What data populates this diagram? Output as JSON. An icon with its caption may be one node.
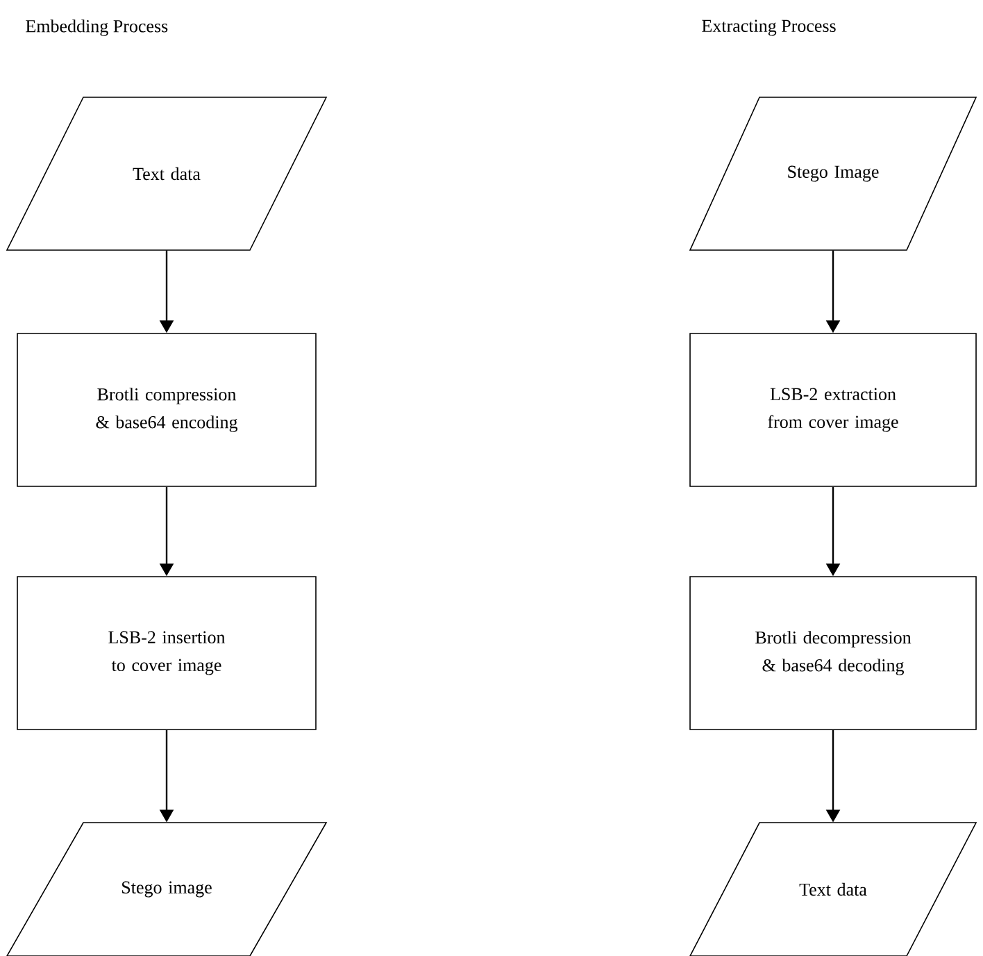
{
  "diagram": {
    "nodes": [
      {
        "text": [
          "Text data"
        ]
      },
      {
        "text": [
          "Brotli compression & base64 encoding"
        ]
      },
      {
        "text": [
          "LSB-2 insertion to cover image"
        ]
      },
      {
        "text": [
          "Stego image"
        ]
      },
      {
        "text": [
          "Stego Image"
        ]
      },
      {
        "text": [
          "LSB-2 extraction from cover image"
        ]
      },
      {
        "text": [
          "Brotli decompression & base64 decoding"
        ]
      },
      {
        "text": [
          "Text data"
        ]
      }
    ],
    "edges": [
      {
        "from": 0,
        "to": 1,
        "arrow": "to"
      },
      {
        "from": 1,
        "to": 2,
        "arrow": "to"
      },
      {
        "from": 2,
        "to": 3,
        "arrow": "to"
      },
      {
        "from": 4,
        "to": 5,
        "arrow": "to"
      },
      {
        "from": 5,
        "to": 6,
        "arrow": "to"
      },
      {
        "from": 6,
        "to": 7,
        "arrow": "to"
      }
    ],
    "labels": [
      "Embedding Process",
      "Extracting Process"
    ]
  }
}
